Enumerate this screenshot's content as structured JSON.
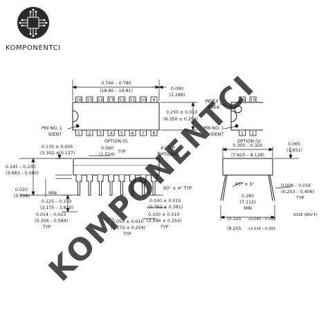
{
  "brand": {
    "name": "KOMPONENTCI",
    "logo_icon": "circuit-chip-logo-icon"
  },
  "watermark": "KOMPONENTCI",
  "top_view": {
    "pins_top": [
      "16",
      "15",
      "14",
      "13",
      "12",
      "11",
      "10",
      "9"
    ],
    "pins_bottom": [
      "1",
      "2",
      "3",
      "4",
      "5",
      "6",
      "7",
      "8"
    ],
    "length_in": "0.740 – 0.780",
    "length_mm": "(18.80 – 19.81)",
    "end_gap_in": "0.090",
    "end_gap_mm": "(2.286)",
    "width_in": "0.250 ± 0.010",
    "width_mm": "(6.350 ± 0.254)",
    "pin1_label_1": "PIN NO. 1",
    "pin1_label_2": "IDENT",
    "option_label": "OPTION 01"
  },
  "option02": {
    "pins_top": [
      "16",
      "15"
    ],
    "pins_bottom": [
      "1",
      "2"
    ],
    "index_label_1": "INDEX",
    "index_label_2": "AREA",
    "pin1_label_1": "PIN NO. 1",
    "pin1_label_2": "IDENT",
    "option_label": "OPTION 02"
  },
  "side_view": {
    "body_height_in": "0.130 ± 0.005",
    "body_height_mm": "(3.302 ± 0.127)",
    "lead_width_in": "0.060",
    "lead_width_mm": "(1.524)",
    "lead_width_note": "TYP",
    "angle_in": "4° TYP",
    "angle_note": "OPTIONAL",
    "seat_height_in": "0.145 – 0.200",
    "seat_height_mm": "(3.683 – 5.080)",
    "min_standoff_in": "0.020",
    "min_standoff_mm": "(0.508)",
    "min_label": "MIN",
    "bend_angle": "90° ± 4° TYP",
    "lead_thick_in": "0.030 ± 0.015",
    "lead_thick_mm": "(0.762 ± 0.381)",
    "lead_len_in": "0.125 – 0.150",
    "lead_len_mm": "(3.175 – 3.810)",
    "lead_dia_in": "0.014 – 0.023",
    "lead_dia_mm": "(0.356 – 0.584)",
    "lead_dia_note": "TYP",
    "shoulder_in": "0.050 ± 0.010",
    "shoulder_mm": "(1.270 ± 0.254)",
    "shoulder_note": "TYP",
    "pitch_in": "0.100 ± 0.010",
    "pitch_mm": "(2.540 ± 0.254)",
    "pitch_note": "TYP"
  },
  "end_view": {
    "row_spacing_in": "0.300 – 0.320",
    "row_spacing_mm": "(7.620 – 8.128)",
    "top_in": "0.065",
    "top_mm": "(1.651)",
    "lead_angle": "95° ± 5°",
    "lead_thk_in": "0.008 – 0.016",
    "lead_thk_mm": "(0.203 – 0.406)",
    "lead_thk_note": "TYP",
    "min_span_in": "0.280",
    "min_span_mm": "(7.112)",
    "min_label": "MIN",
    "splay_in": "(0.325",
    "splay_in_tol": "+0.040 −0.015",
    "splay_mm": "(8.255",
    "splay_mm_tol": "+1.016 −0.381",
    "revision": "N16E (REV F)"
  },
  "colors": {
    "ink": "#1a1a1a",
    "paper": "#ffffff",
    "logo": "#2b2b2b"
  }
}
